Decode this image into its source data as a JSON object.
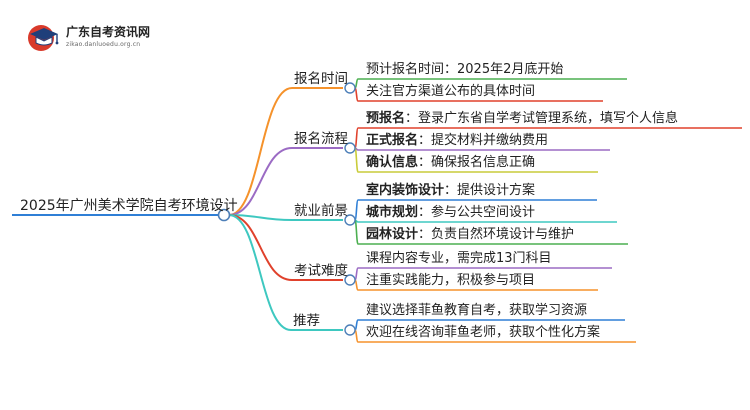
{
  "logo": {
    "title": "广东自考资讯网",
    "subtitle": "zikao.danluoedu.org.cn"
  },
  "root": {
    "label": "2025年广州美术学院自考环境设计"
  },
  "branches": [
    {
      "label": "报名时间",
      "color": "#f5922b",
      "leaves": [
        {
          "bold": "",
          "text": "预计报名时间：2025年2月底开始",
          "color": "#4caf50"
        },
        {
          "bold": "",
          "text": "关注官方渠道公布的具体时间",
          "color": "#e0412c"
        }
      ]
    },
    {
      "label": "报名流程",
      "color": "#9b6bc4",
      "leaves": [
        {
          "bold": "预报名",
          "text": "：登录广东省自学考试管理系统，填写个人信息",
          "color": "#e0412c"
        },
        {
          "bold": "正式报名",
          "text": "：提交材料并缴纳费用",
          "color": "#9b6bc4"
        },
        {
          "bold": "确认信息",
          "text": "：确保报名信息正确",
          "color": "#c9cc3a"
        }
      ]
    },
    {
      "label": "就业前景",
      "color": "#3ec8c0",
      "leaves": [
        {
          "bold": "室内装饰设计",
          "text": "：提供设计方案",
          "color": "#2f7fd6"
        },
        {
          "bold": "城市规划",
          "text": "：参与公共空间设计",
          "color": "#3ec8c0"
        },
        {
          "bold": "园林设计",
          "text": "：负责自然环境设计与维护",
          "color": "#4caf50"
        }
      ]
    },
    {
      "label": "考试难度",
      "color": "#e0412c",
      "leaves": [
        {
          "bold": "",
          "text": "课程内容专业，需完成13门科目",
          "color": "#9b6bc4"
        },
        {
          "bold": "",
          "text": "注重实践能力，积极参与项目",
          "color": "#f5922b"
        }
      ]
    },
    {
      "label": "推荐",
      "color": "#3ec8c0",
      "leaves": [
        {
          "bold": "",
          "text": "建议选择菲鱼教育自考，获取学习资源",
          "color": "#2f7fd6"
        },
        {
          "bold": "",
          "text": "欢迎在线咨询菲鱼老师，获取个性化方案",
          "color": "#f5922b"
        }
      ]
    }
  ],
  "colors": {
    "root_line": "#2f7fd6",
    "node_ring": "#4d7fb8"
  }
}
